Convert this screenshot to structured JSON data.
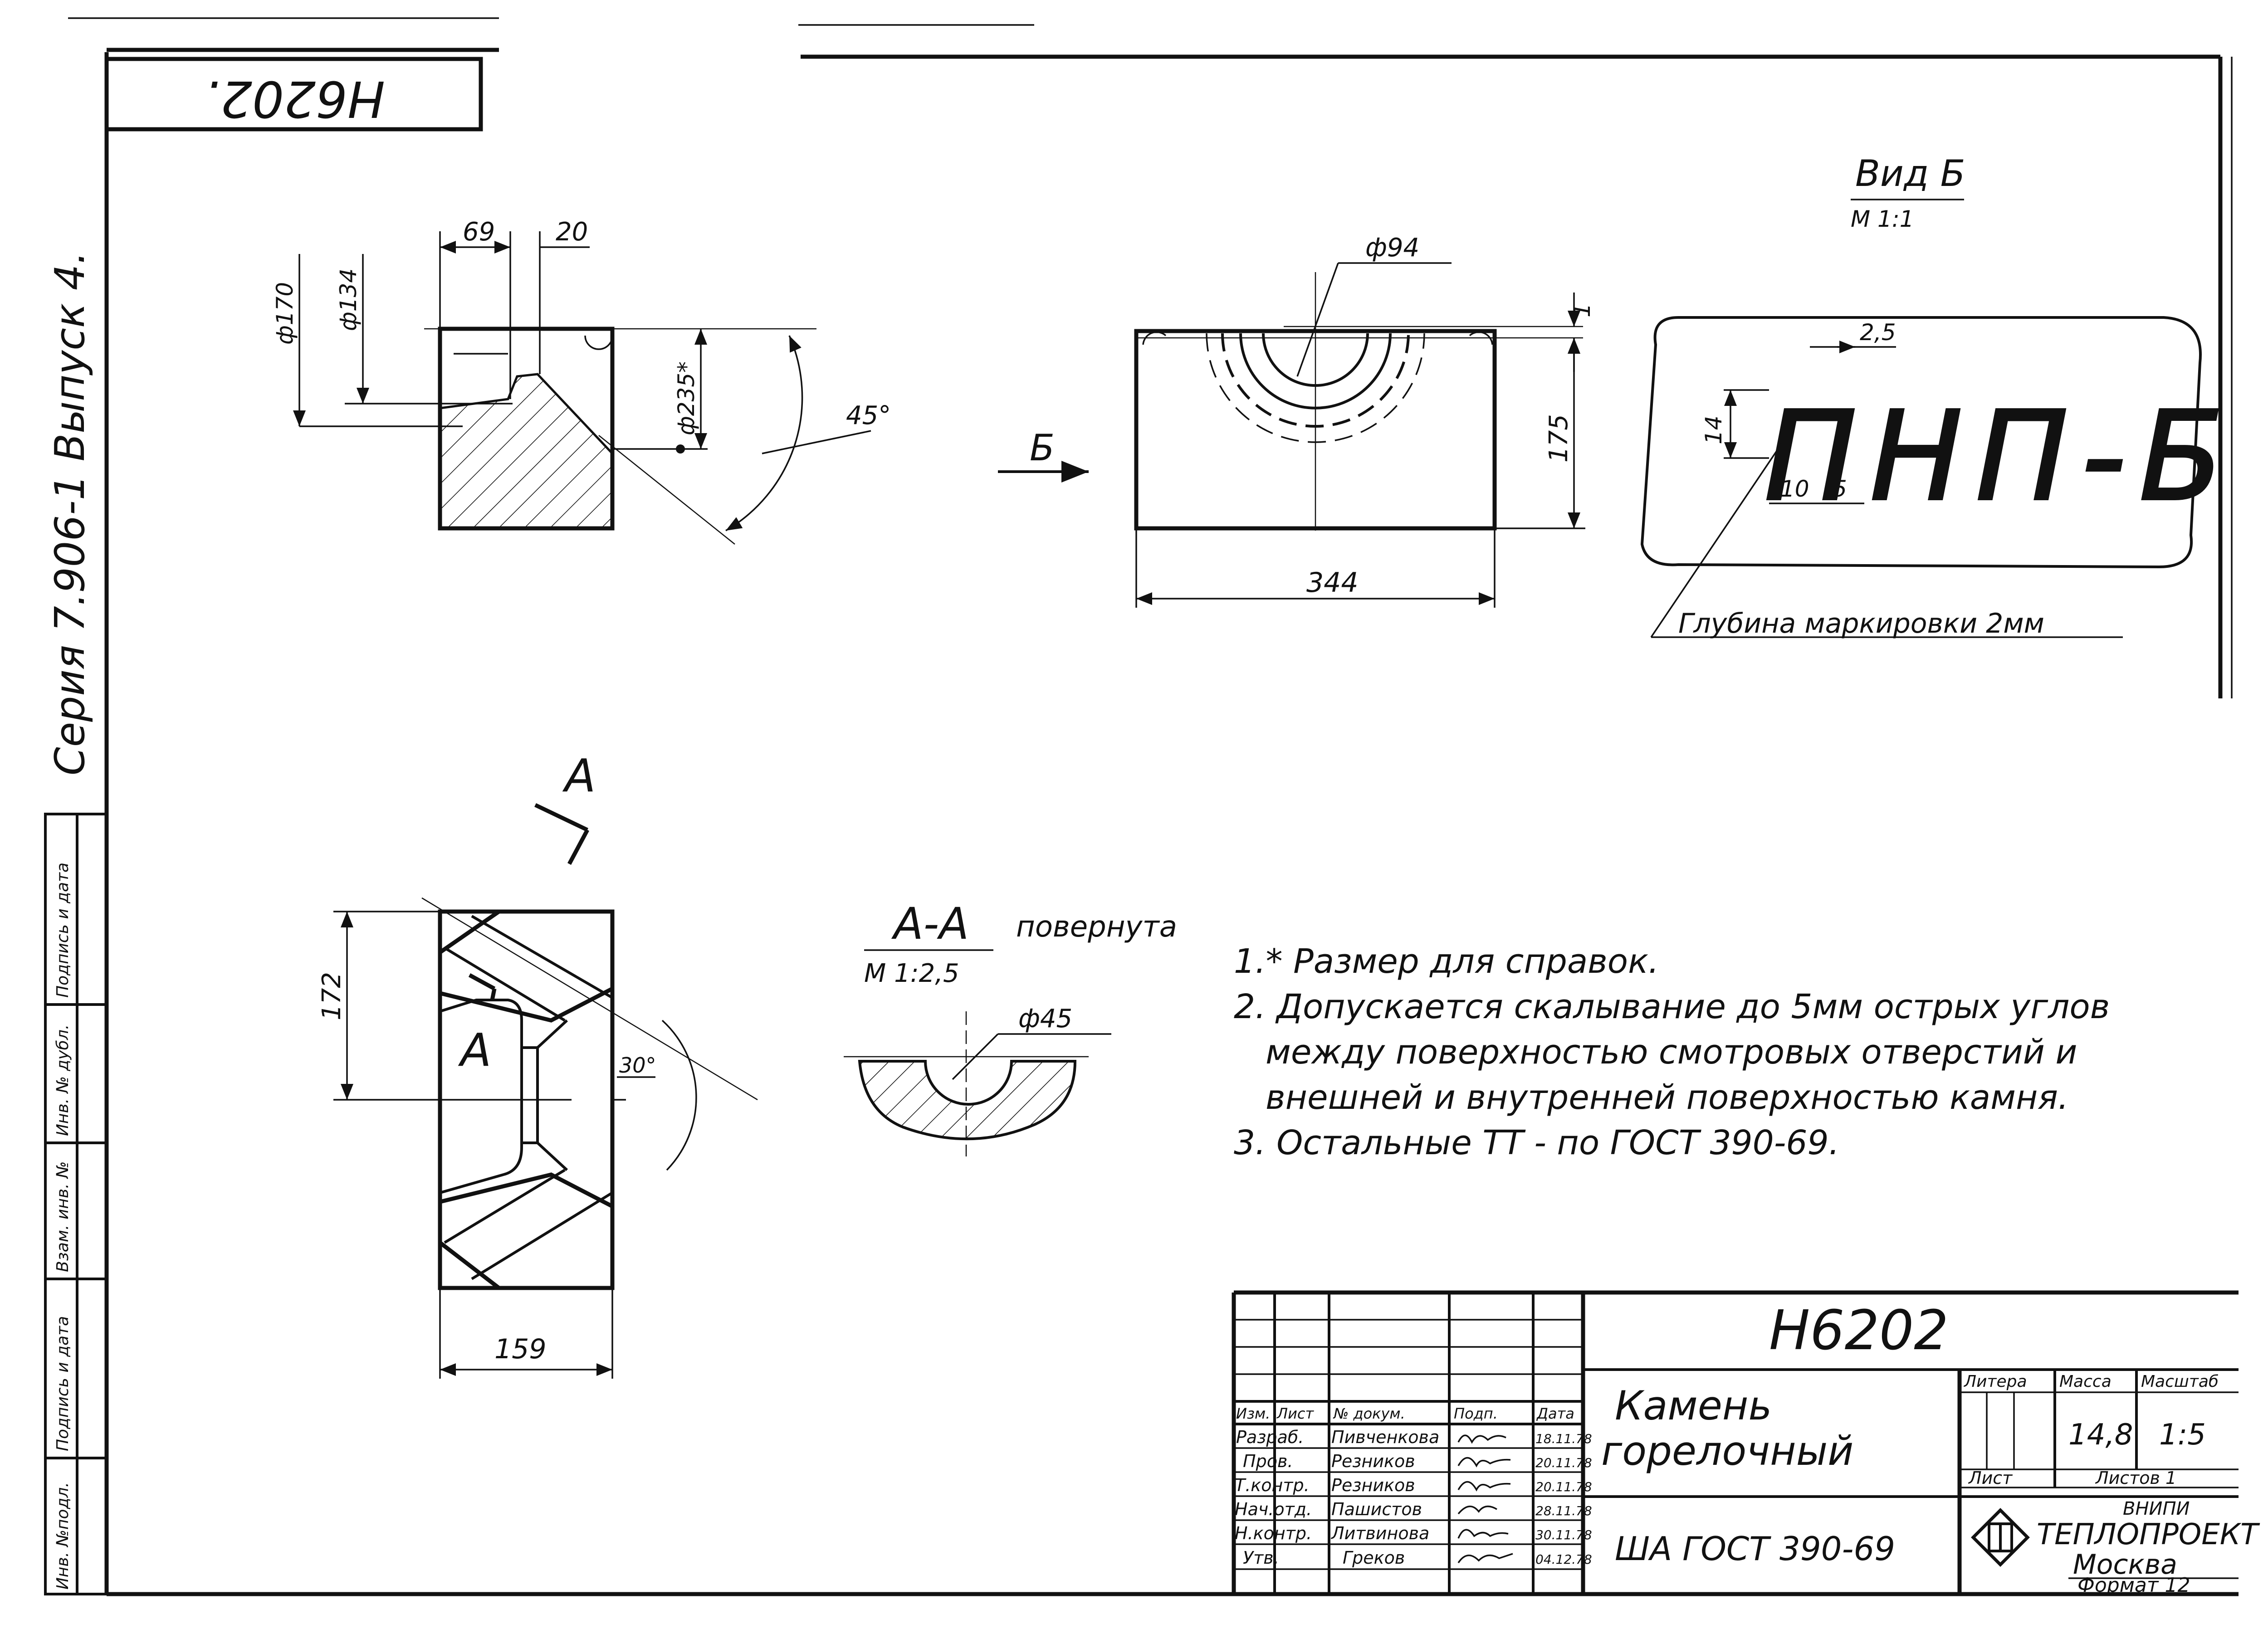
{
  "stamp_rotated": "Н6202.",
  "side_series": "Серия 7.906-1  Выпуск 4.",
  "side_columns": [
    "Инв. №подл.",
    "Подпись и дата",
    "Взам. инв. №",
    "Инв. № дубл.",
    "Подпись и дата"
  ],
  "view_b_title": "Вид Б",
  "view_b_scale": "М 1:1",
  "marking_text": "ПНП-Б",
  "marking_depth_note": "Глубина маркировки 2мм",
  "section_aa_title": "А-А",
  "section_aa_note": "повернута",
  "section_aa_scale": "М 1:2,5",
  "section_marker": "А",
  "arrow_b_label": "Б",
  "dimensions": {
    "d69": "69",
    "d20": "20",
    "d170": "ф170",
    "d134": "ф134",
    "d235": "ф235*",
    "angle45": "45°",
    "d94": "ф94",
    "d1": "1",
    "d175": "175",
    "d344": "344",
    "d25": "2,5",
    "d14": "14",
    "d10": "10",
    "d5": "5",
    "d172": "172",
    "angle30": "30°",
    "d159": "159",
    "d45": "ф45"
  },
  "notes": [
    "1.* Размер для справок.",
    "2. Допускается скалывание до 5мм острых углов",
    "между поверхностью смотровых отверстий и",
    "внешней и внутренней поверхностью камня.",
    "3. Остальные ТТ - по ГОСТ 390-69."
  ],
  "title_block": {
    "designation": "Н6202",
    "name_line1": "Камень",
    "name_line2": "горелочный",
    "standard": "ША   ГОСТ 390-69",
    "col_headers": [
      "Изм.",
      "Лист",
      "№ докум.",
      "Подп.",
      "Дата"
    ],
    "rows": [
      {
        "role": "Разраб.",
        "name": "Пивченкова",
        "date": "18.11.78"
      },
      {
        "role": "Пров.",
        "name": "Резников",
        "date": "20.11.78"
      },
      {
        "role": "Т.контр.",
        "name": "Резников",
        "date": "20.11.78"
      },
      {
        "role": "Нач.отд.",
        "name": "Пашистов",
        "date": "28.11.78"
      },
      {
        "role": "Н.контр.",
        "name": "Литвинова",
        "date": "30.11.78"
      },
      {
        "role": "Утв.",
        "name": "Греков",
        "date": "04.12.78"
      }
    ],
    "litera_label": "Литера",
    "mass_label": "Масса",
    "scale_label": "Масштаб",
    "mass": "14,8",
    "scale": "1:5",
    "sheet_label": "Лист",
    "sheets_label": "Листов 1",
    "org_small": "ВНИПИ",
    "org": "ТЕПЛОПРОЕКТ",
    "city": "Москва",
    "format": "Формат 12"
  }
}
